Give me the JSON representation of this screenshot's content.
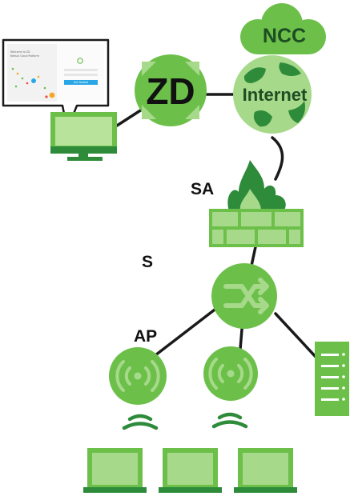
{
  "labels": {
    "zd": "ZD",
    "internet": "Internet",
    "ncc": "NCC",
    "sa": "SA",
    "s": "S",
    "ap": "AP"
  },
  "popup": {
    "welcome_line1": "Welcome to ZD",
    "welcome_line2": "Nebula Cloud Platform",
    "button": "Get Started"
  },
  "colors": {
    "dark_green": "#2e8b3a",
    "mid_green": "#6cc04a",
    "light_green": "#a6d98a",
    "line": "#1a1a1a",
    "accent_blue": "#2aa6e6",
    "accent_orange": "#f5a623"
  }
}
